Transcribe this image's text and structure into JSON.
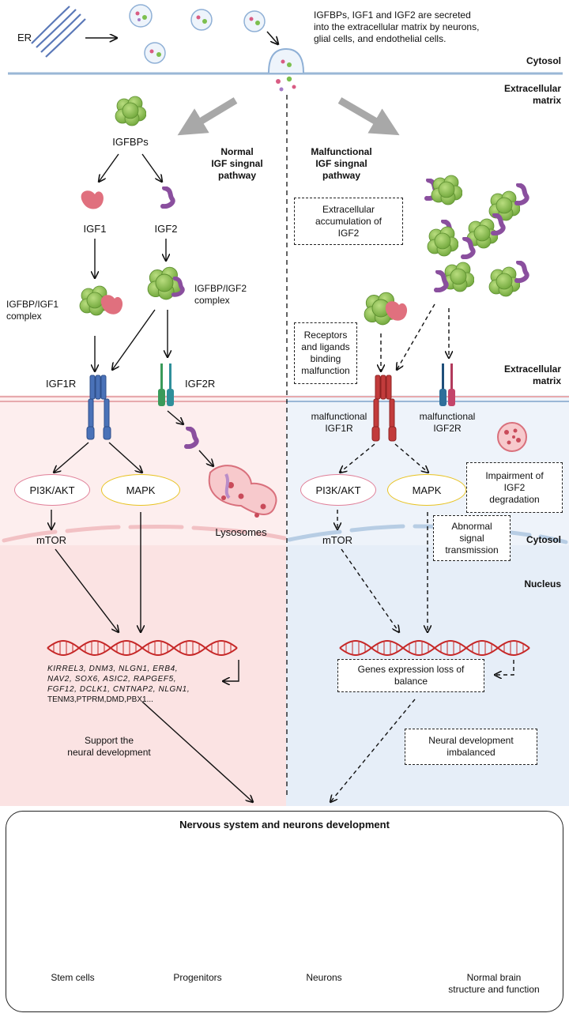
{
  "top": {
    "er_label": "ER",
    "secretion_note": "IGFBPs, IGF1 and IGF2 are secreted\ninto the extracellular matrix by neurons,\nglial cells, and endothelial cells.",
    "cytosol_top": "Cytosol",
    "extracellular_top": "Extracellular\nmatrix"
  },
  "normal": {
    "title": "Normal\nIGF singnal\npathway",
    "igfbps": "IGFBPs",
    "igf1": "IGF1",
    "igf2": "IGF2",
    "igfbp_igf1": "IGFBP/IGF1\ncomplex",
    "igfbp_igf2": "IGFBP/IGF2\ncomplex",
    "igf1r": "IGF1R",
    "igf2r": "IGF2R",
    "pi3k": "PI3K/AKT",
    "mapk": "MAPK",
    "mtor": "mTOR",
    "lysosomes": "Lysosomes",
    "genes": "KIRREL3, DNM3, NLGN1, ERB4,\nNAV2, SOX6, ASIC2, RAPGEF5,\nFGF12, DCLK1, CNTNAP2, NLGN1,",
    "genes_last": "TENM3,PTPRM,DMD,PBX1...",
    "support": "Support the\nneural development"
  },
  "malfunctional": {
    "title": "Malfunctional\nIGF singnal\npathway",
    "accumulation": "Extracellular\naccumulation of\nIGF2",
    "binding": "Receptors\nand ligands\nbinding\nmalfunction",
    "igf1r": "malfunctional\nIGF1R",
    "igf2r": "malfunctional\nIGF2R",
    "pi3k": "PI3K/AKT",
    "mapk": "MAPK",
    "mtor": "mTOR",
    "degradation": "Impairment of\nIGF2\ndegradation",
    "abnormal": "Abnormal\nsignal\ntransmission",
    "genes_loss": "Genes expression loss of\nbalance",
    "imbalanced": "Neural development\nimbalanced"
  },
  "regions": {
    "extracellular_mid": "Extracellular\nmatrix",
    "cytosol_mid": "Cytosol",
    "nucleus": "Nucleus"
  },
  "bottom": {
    "title": "Nervous system and neurons development",
    "stages": [
      "Stem cells",
      "Progenitors",
      "Neurons",
      "Normal brain\nstructure and function"
    ]
  },
  "colors": {
    "left_bg": "#fdeeee",
    "right_bg": "#eef3fa",
    "membrane": "#9ab7d6",
    "igfbp_green": "#8cc152",
    "igf1_pink": "#e0707e",
    "igf2_purple": "#8a4f9e",
    "igf1r_blue": "#4a72b8",
    "igf1r_red": "#c23b3b",
    "igf2r_green": "#3a9a5a",
    "igf2r_teal": "#2f8f9a",
    "pi3k_pink": "#e07f98",
    "mapk_yellow": "#e8c322",
    "dna_red": "#c62828"
  }
}
